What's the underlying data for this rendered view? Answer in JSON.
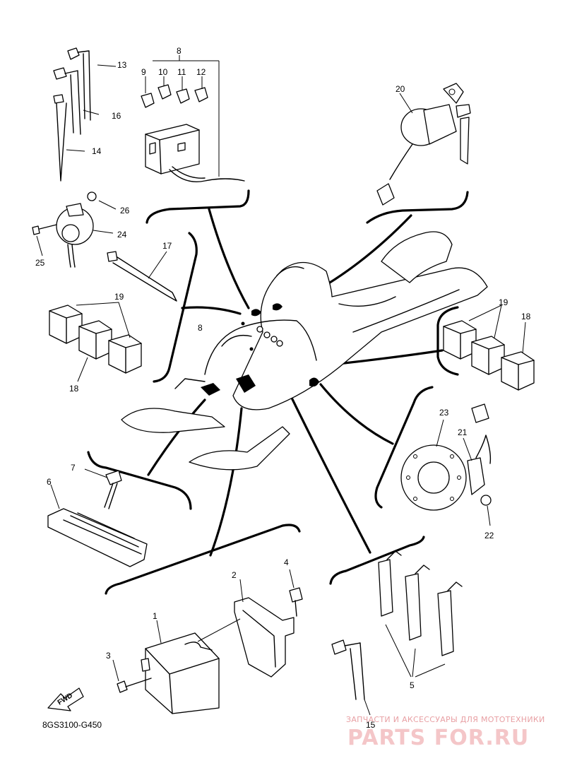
{
  "diagram": {
    "code": "8GS3100-G450",
    "fwd_label": "FWD",
    "labels": [
      "1",
      "2",
      "3",
      "4",
      "5",
      "6",
      "7",
      "8",
      "8",
      "9",
      "10",
      "11",
      "12",
      "13",
      "14",
      "15",
      "16",
      "17",
      "18",
      "18",
      "19",
      "19",
      "20",
      "21",
      "22",
      "23",
      "24",
      "25",
      "26"
    ]
  },
  "watermark": {
    "tagline": "ЗАПЧАСТИ И АКСЕССУАРЫ ДЛЯ МОТОТЕХНИКИ",
    "logo": "PARTS FOR.RU"
  }
}
